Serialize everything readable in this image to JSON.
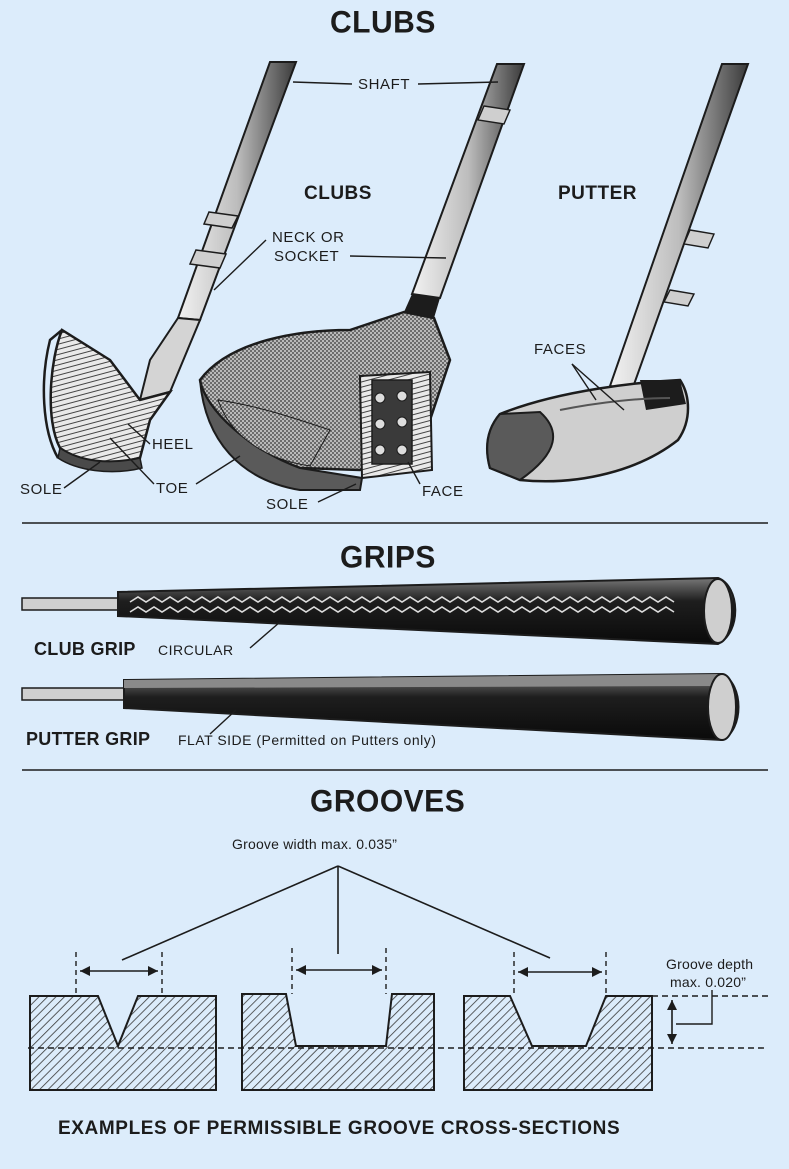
{
  "sections": {
    "clubs": {
      "title": "CLUBS",
      "subtitle_clubs": "CLUBS",
      "subtitle_putter": "PUTTER",
      "labels": {
        "shaft": "SHAFT",
        "neck_1": "NECK OR",
        "neck_2": "SOCKET",
        "heel": "HEEL",
        "toe": "TOE",
        "sole_left": "SOLE",
        "sole_center": "SOLE",
        "face": "FACE",
        "faces": "FACES"
      }
    },
    "grips": {
      "title": "GRIPS",
      "club_grip_name": "CLUB GRIP",
      "club_grip_desc": "CIRCULAR",
      "putter_grip_name": "PUTTER GRIP",
      "putter_grip_desc": "FLAT SIDE (Permitted on Putters only)"
    },
    "grooves": {
      "title": "GROOVES",
      "width_note": "Groove width max. 0.035”",
      "depth_note_1": "Groove depth",
      "depth_note_2": "max. 0.020”",
      "caption": "EXAMPLES OF PERMISSIBLE GROOVE CROSS-SECTIONS"
    }
  },
  "colors": {
    "background": "#dcecfb",
    "ink": "#1c1c1c",
    "hatch": "#3a3a3a"
  }
}
